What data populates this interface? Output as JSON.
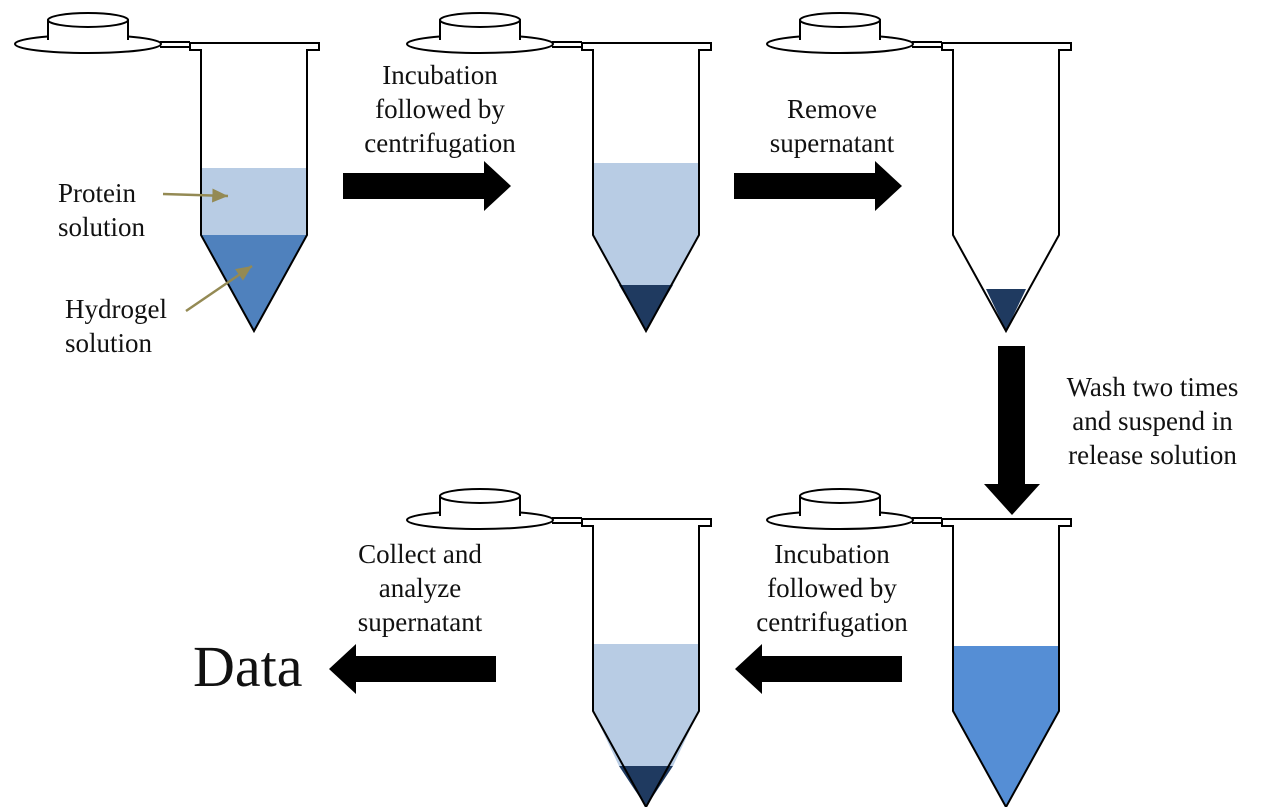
{
  "steps": {
    "step1": {
      "lines": [
        "Incubation",
        "followed by",
        "centrifugation"
      ]
    },
    "step2": {
      "lines": [
        "Remove",
        "supernatant"
      ]
    },
    "step3": {
      "lines": [
        "Wash two times",
        "and suspend in",
        "release solution"
      ]
    },
    "step4": {
      "lines": [
        "Incubation",
        "followed by",
        "centrifugation"
      ]
    },
    "step5": {
      "lines": [
        "Collect and",
        "analyze",
        "supernatant"
      ]
    }
  },
  "labels": {
    "protein": [
      "Protein",
      "solution"
    ],
    "hydrogel": [
      "Hydrogel",
      "solution"
    ]
  },
  "result": "Data",
  "colors": {
    "protein_solution": "#b8cce4",
    "hydrogel_solution": "#4f81bd",
    "pellet": "#1f3a60",
    "release_solution": "#558ed5",
    "arrow": "#000000",
    "pointer": "#948a54",
    "outline": "#000000"
  }
}
